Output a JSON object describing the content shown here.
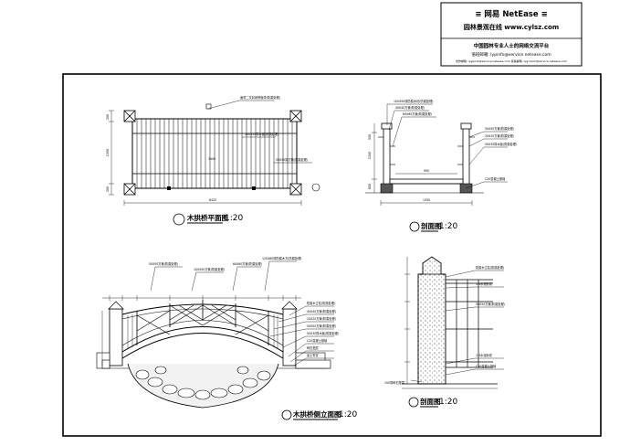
{
  "header": {
    "brand": "≡ 网易 NetEase ≡",
    "site": "园林景观在线 www.cylsz.com",
    "tagline": "中国园林专业人士的网络交流平台",
    "contact_line": "值班邮箱: lypinfo@service.netease.com",
    "small_line": "合作邮箱: lygwork@service.netease.com  投稿邮箱: lygcheck@service.netease.com"
  },
  "views": {
    "plan": {
      "title": "木拱桥平面图",
      "scale": "1:20"
    },
    "section": {
      "title": "剖面图",
      "scale": "1:20"
    },
    "elevation": {
      "title": "木拱桥侧立面图",
      "scale": "1:20"
    },
    "detail": {
      "title": "剖面图",
      "scale": "1:20"
    }
  },
  "plan_notes": [
    "面漆二次封闭桥面漆(防腐处理)",
    "100X50厚木板(防腐处理)",
    "50X50厚方管(防腐处理)"
  ],
  "plan_dims": [
    "200",
    "1350",
    "200",
    "3400",
    "6420"
  ],
  "section_notes": [
    "100X50厚防腐木枋(防腐处理)",
    "40X40方管(防腐处理)",
    "60X60方管(防腐处理)",
    "50X50方管(防腐处理)",
    "20X20方管(防腐处理)",
    "50X30厚木板(防腐处理)",
    "C20混凝土基础"
  ],
  "section_dims": [
    "1350",
    "1100",
    "900",
    "500",
    "600"
  ],
  "elev_notes_top": [
    "50X50方管(防腐处理)",
    "100X50方管(防腐处理)",
    "60X60方管(防腐处理)",
    "120X80厚防腐木方(防腐处理)"
  ],
  "elev_notes_right": [
    "防腐木立柱(防腐处理)",
    "40X40方管(防腐处理)",
    "20X20方管(防腐处理)",
    "50X50方管(防腐处理)",
    "50X30厚木板(防腐处理)",
    "C20混凝土基础",
    "碎石垫层",
    "素土夯实"
  ],
  "detail_notes": [
    "防腐木立柱(防腐处理)",
    "1:3水泥砂浆",
    "50X50方管(防腐处理)",
    "1:3水泥砂浆",
    "C20混凝土基础"
  ],
  "detail_bottom": "100厚碎石垫层"
}
